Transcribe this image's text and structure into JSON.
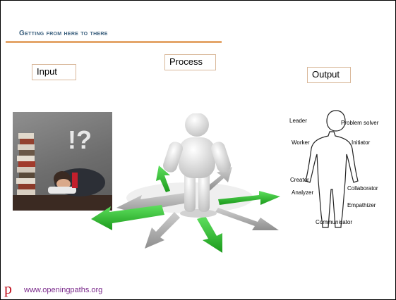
{
  "slide": {
    "title": "Getting from here to there",
    "labels": {
      "input": "Input",
      "process": "Process",
      "output": "Output"
    },
    "traits": [
      "Leader",
      "Problem solver",
      "Worker",
      "Initiator",
      "Creator",
      "Analyzer",
      "Collaborator",
      "Empathizer",
      "Communicator"
    ],
    "photo_text": "!?",
    "footer": {
      "logo_glyph": "p",
      "url": "www.openingpaths.org"
    },
    "colors": {
      "title": "#3a5f7d",
      "rule": "#e4a66b",
      "arrow_green": "#2fb82f",
      "arrow_gray": "#a7a7a7",
      "logo": "#c0121f",
      "url": "#7b2b8c"
    }
  }
}
